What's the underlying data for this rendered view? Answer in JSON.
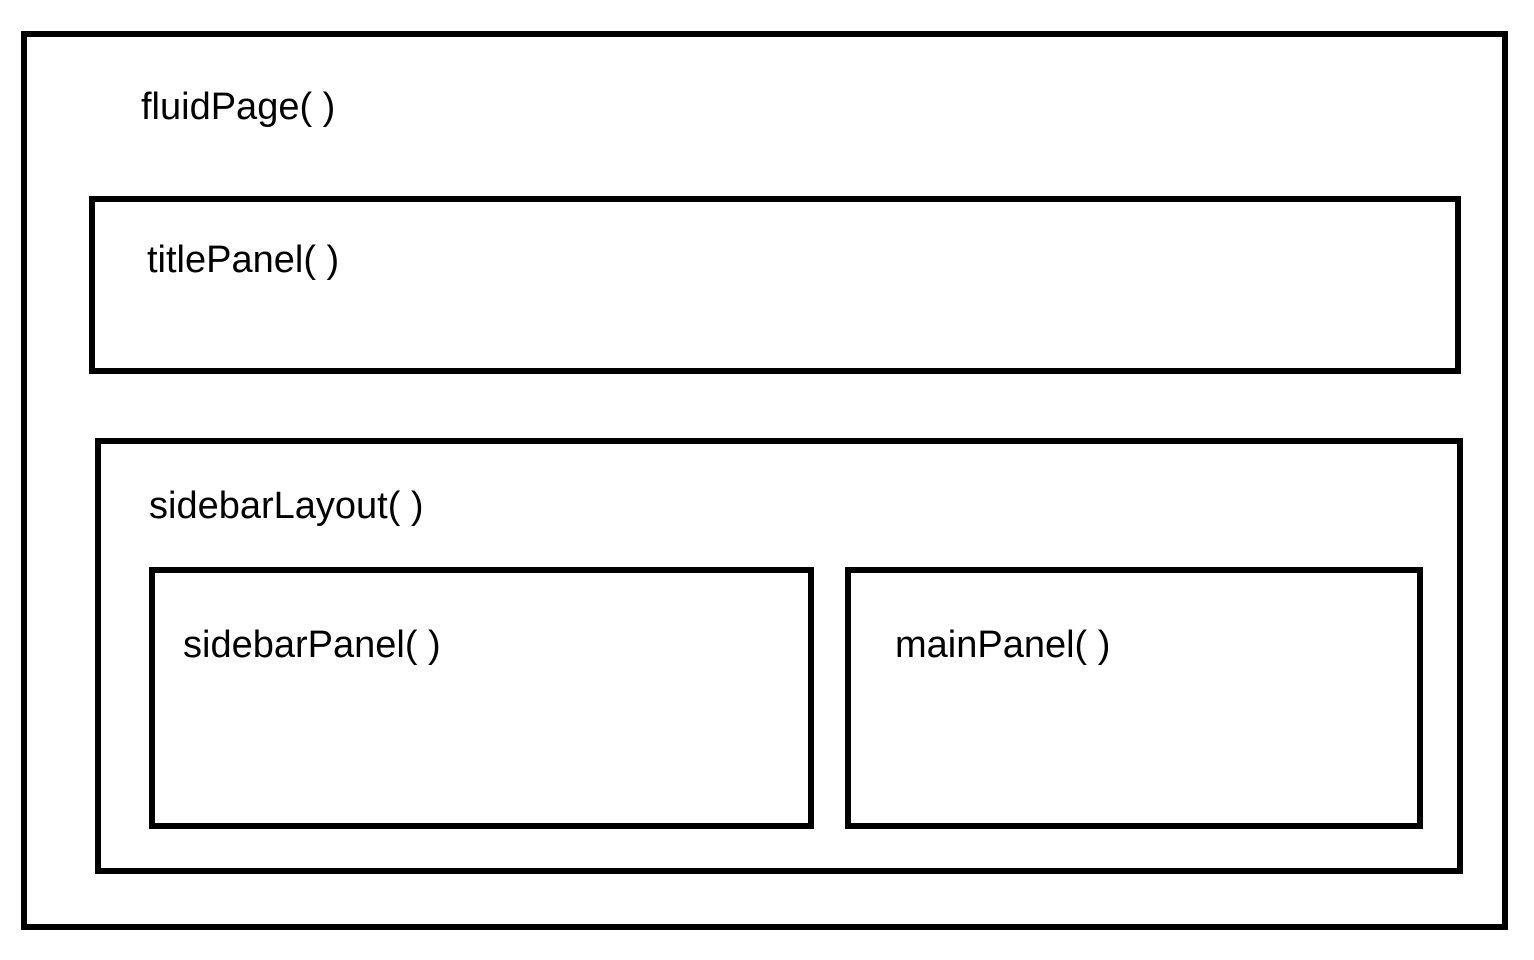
{
  "diagram": {
    "fluidpage": {
      "label": "fluidPage( )"
    },
    "titlepanel": {
      "label": "titlePanel( )"
    },
    "sidebarlayout": {
      "label": "sidebarLayout( )"
    },
    "sidebarpanel": {
      "label": "sidebarPanel( )"
    },
    "mainpanel": {
      "label": "mainPanel( )"
    },
    "colors": {
      "border": "#000000",
      "background": "#ffffff",
      "text": "#000000"
    }
  }
}
